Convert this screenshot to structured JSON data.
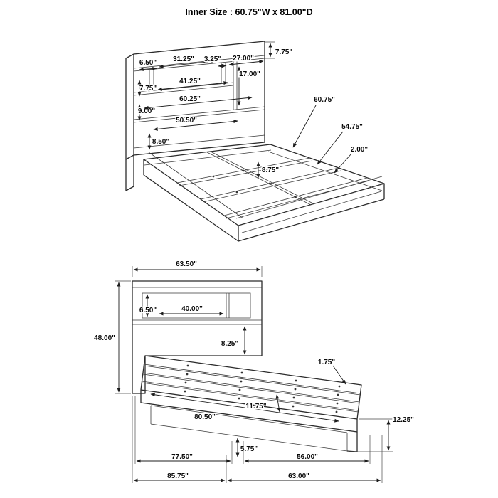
{
  "title": "Inner Size : 60.75\"W x 81.00\"D",
  "top_view": {
    "cap_height": "7.75\"",
    "shelf_left": "6.50\"",
    "shelf_mid": "31.25\"",
    "shelf_divider": "3.25\"",
    "shelf_right": "27.00\"",
    "right_opening_height": "17.00\"",
    "mid_board_height": "7.75\"",
    "mid_board_width": "41.25\"",
    "low_board_height": "9.00\"",
    "low_board_width": "60.25\"",
    "inner_rail_width": "50.50\"",
    "rail_height": "8.50\"",
    "slat_gap": "8.75\"",
    "inner_width": "60.75\"",
    "inner_depth": "54.75\"",
    "rail_lip": "2.00\""
  },
  "front_view": {
    "headboard_width": "63.50\"",
    "headboard_height": "48.00\"",
    "shelf_height": "6.50\"",
    "shelf_width": "40.00\"",
    "shelf_to_deck": "8.25\"",
    "deck_thickness": "1.75\"",
    "deck_length": "80.50\"",
    "slat_width": "11.75\"",
    "foot_height": "12.25\"",
    "base_clearance": "5.75\"",
    "base_length_inner": "77.50\"",
    "base_length_foot": "56.00\"",
    "overall_depth": "85.75\"",
    "platform_depth": "63.00\""
  }
}
